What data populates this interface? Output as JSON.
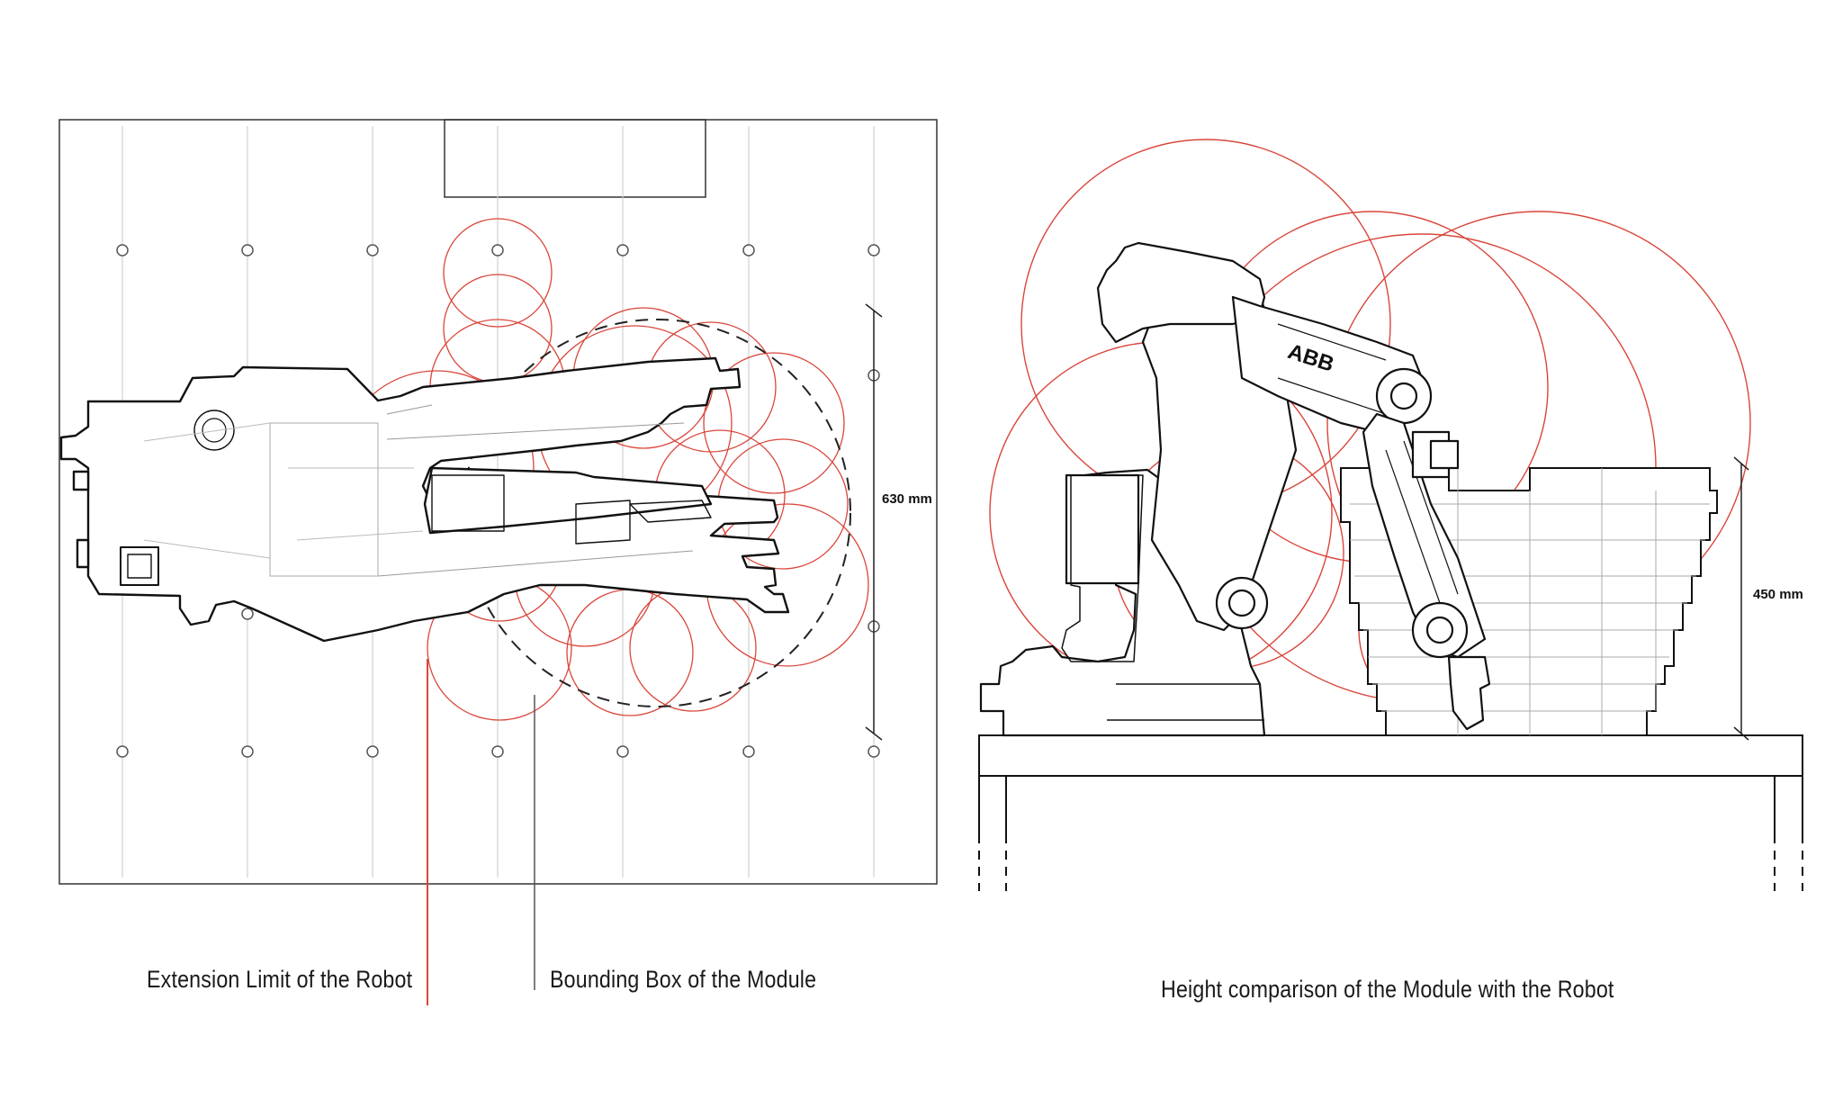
{
  "diagram": {
    "left_panel": {
      "dimension_label": "630 mm"
    },
    "right_panel": {
      "dimension_label": "450 mm"
    },
    "captions": {
      "extension_limit": "Extension Limit of the Robot",
      "bounding_box": "Bounding Box of the Module",
      "height_comparison": "Height comparison of the Module with the Robot"
    },
    "robot_logo": "ABB",
    "colors": {
      "reach_circles": "#d9463b",
      "linework": "#111111",
      "grid": "#c8c8c8",
      "bounding_box": "#222222"
    }
  }
}
